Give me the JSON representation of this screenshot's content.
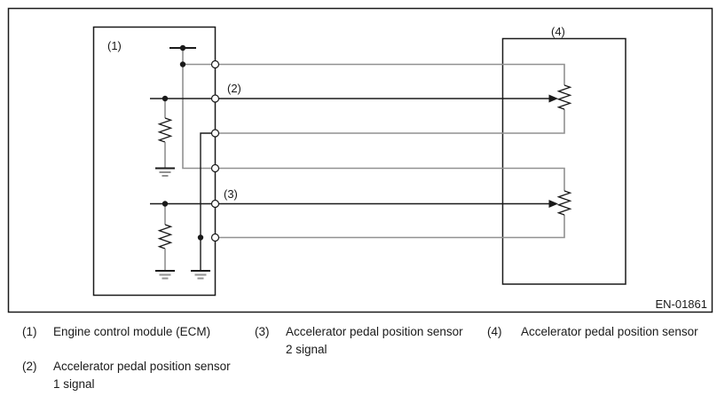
{
  "figure": {
    "code": "EN-01861",
    "callouts": {
      "ecm": "(1)",
      "signal1": "(2)",
      "signal2": "(3)",
      "sensor": "(4)"
    }
  },
  "colors": {
    "line": "#1a1a1a",
    "wire_gray": "#919191",
    "background": "#ffffff"
  },
  "legend": {
    "items": [
      {
        "number": "(1)",
        "line1": "Engine control module (ECM)",
        "line2": ""
      },
      {
        "number": "(2)",
        "line1": "Accelerator pedal position sensor",
        "line2": "1 signal"
      },
      {
        "number": "(3)",
        "line1": "Accelerator pedal position sensor",
        "line2": "2 signal"
      },
      {
        "number": "(4)",
        "line1": "Accelerator pedal position sensor",
        "line2": ""
      }
    ]
  }
}
